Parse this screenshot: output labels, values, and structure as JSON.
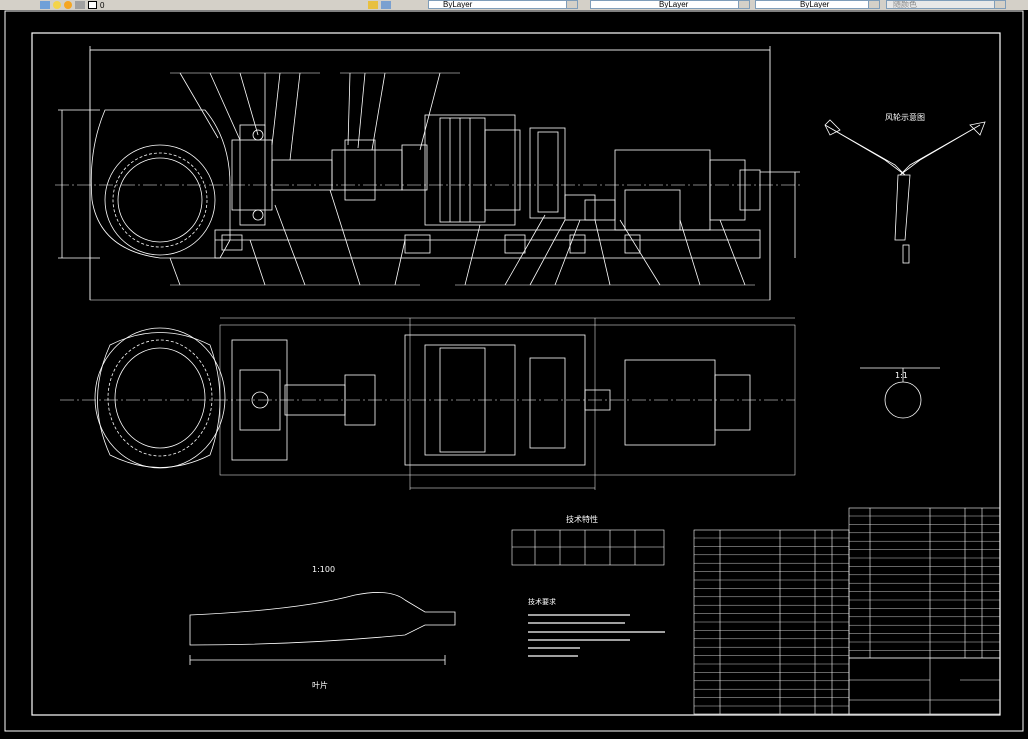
{
  "toolbar": {
    "layer_value": "0",
    "linetype_value": "ByLayer",
    "color_value": "ByLayer",
    "lineweight_value": "ByLayer",
    "plotstyle_value": "随颜色"
  },
  "drawing": {
    "fan_blade_section_label": "风轮示意图",
    "detail_scale_label": "1:1",
    "blade_scale_label": "1:100",
    "blade_label": "叶片",
    "tech_params_title": "技术特性",
    "tech_requirements_title": "技术要求"
  },
  "colors": {
    "background": "#000000",
    "lines": "#ffffff",
    "centerline": "#ffffff",
    "toolbar": "#d4d0c8"
  },
  "icons": [
    "layer-icon",
    "lightbulb-icon",
    "sun-icon",
    "lock-icon",
    "color-swatch-icon",
    "layer-manager-icon"
  ]
}
